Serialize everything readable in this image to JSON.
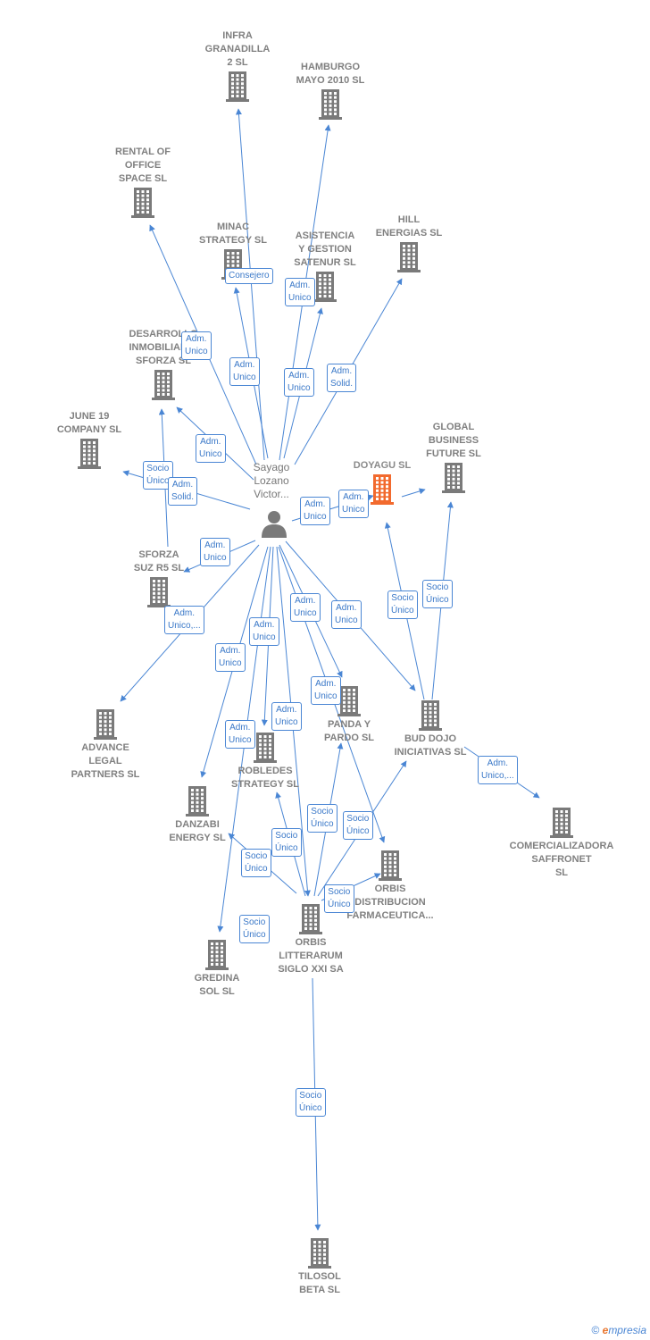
{
  "person": {
    "name": "Sayago\nLozano\nVictor..."
  },
  "companies": [
    {
      "id": "infra",
      "name": "INFRA\nGRANADILLA\n2  SL"
    },
    {
      "id": "hamburgo",
      "name": "HAMBURGO\nMAYO 2010 SL"
    },
    {
      "id": "rental",
      "name": "RENTAL OF\nOFFICE\nSPACE  SL"
    },
    {
      "id": "minac",
      "name": "MINAC\nSTRATEGY  SL"
    },
    {
      "id": "asistencia",
      "name": "ASISTENCIA\nY GESTION\nSATENUR  SL"
    },
    {
      "id": "hill",
      "name": "HILL\nENERGIAS  SL"
    },
    {
      "id": "desarrollo",
      "name": "DESARROLLO\nINMOBILIARIO\nSFORZA  SL"
    },
    {
      "id": "june",
      "name": "JUNE 19\nCOMPANY  SL"
    },
    {
      "id": "global",
      "name": "GLOBAL\nBUSINESS\nFUTURE SL"
    },
    {
      "id": "doyagu",
      "name": "DOYAGU  SL"
    },
    {
      "id": "sforza",
      "name": "SFORZA\nSUZ R5  SL"
    },
    {
      "id": "advance",
      "name": "ADVANCE\nLEGAL\nPARTNERS  SL"
    },
    {
      "id": "panda",
      "name": "PANDA Y\nPARDO  SL"
    },
    {
      "id": "bud",
      "name": "BUD DOJO\nINICIATIVAS SL"
    },
    {
      "id": "robledes",
      "name": "ROBLEDES\nSTRATEGY  SL"
    },
    {
      "id": "danzabi",
      "name": "DANZABI\nENERGY  SL"
    },
    {
      "id": "comercializadora",
      "name": "COMERCIALIZADORA\nSAFFRONET\nSL"
    },
    {
      "id": "orbisdist",
      "name": "ORBIS\nDISTRIBUCION\nFARMACEUTICA..."
    },
    {
      "id": "orbislit",
      "name": "ORBIS\nLITTERARUM\nSIGLO XXI SA"
    },
    {
      "id": "gredina",
      "name": "GREDINA\nSOL  SL"
    },
    {
      "id": "tilosol",
      "name": "TILOSOL\nBETA  SL"
    }
  ],
  "edge_labels": [
    {
      "id": "l-consejero",
      "text": "Consejero"
    },
    {
      "id": "l-asist",
      "text": "Adm.\nUnico"
    },
    {
      "id": "l-rental",
      "text": "Adm.\nUnico"
    },
    {
      "id": "l-infra",
      "text": "Adm.\nUnico"
    },
    {
      "id": "l-hamburgo",
      "text": "Adm.\nUnico"
    },
    {
      "id": "l-hill",
      "text": "Adm.\nSolid."
    },
    {
      "id": "l-desarrollo",
      "text": "Adm.\nUnico"
    },
    {
      "id": "l-june-socio",
      "text": "Socio\nÚnico"
    },
    {
      "id": "l-june-solid",
      "text": "Adm.\nSolid."
    },
    {
      "id": "l-doyagu1",
      "text": "Adm.\nUnico"
    },
    {
      "id": "l-doyagu2",
      "text": "Adm.\nUnico"
    },
    {
      "id": "l-sforza",
      "text": "Adm.\nUnico"
    },
    {
      "id": "l-advance",
      "text": "Adm.\nUnico,..."
    },
    {
      "id": "l-bud-doyagu",
      "text": "Socio\nÚnico"
    },
    {
      "id": "l-bud-global",
      "text": "Socio\nÚnico"
    },
    {
      "id": "l-panda",
      "text": "Adm.\nUnico"
    },
    {
      "id": "l-bud",
      "text": "Adm.\nUnico"
    },
    {
      "id": "l-robledes",
      "text": "Adm.\nUnico"
    },
    {
      "id": "l-danzabi",
      "text": "Adm.\nUnico"
    },
    {
      "id": "l-orbislit",
      "text": "Adm.\nUnico"
    },
    {
      "id": "l-orbisdist",
      "text": "Adm.\nUnico"
    },
    {
      "id": "l-gredina",
      "text": "Adm.\nUnico"
    },
    {
      "id": "l-comerc",
      "text": "Adm.\nUnico,..."
    },
    {
      "id": "l-ol-panda",
      "text": "Socio\nÚnico"
    },
    {
      "id": "l-ol-bud",
      "text": "Socio\nÚnico"
    },
    {
      "id": "l-ol-robledes",
      "text": "Socio\nÚnico"
    },
    {
      "id": "l-ol-danzabi",
      "text": "Socio\nÚnico"
    },
    {
      "id": "l-ol-orbisdist",
      "text": "Socio\nÚnico"
    },
    {
      "id": "l-ol-gredina",
      "text": "Socio\nÚnico"
    },
    {
      "id": "l-tilosol",
      "text": "Socio\nÚnico"
    }
  ],
  "colors": {
    "edge": "#4a86d4",
    "building": "#7a7a7a",
    "highlight": "#f26a2e",
    "person": "#7a7a7a"
  },
  "footer": {
    "copyright": "©",
    "brand_initial": "e",
    "brand_rest": "mpresia"
  }
}
